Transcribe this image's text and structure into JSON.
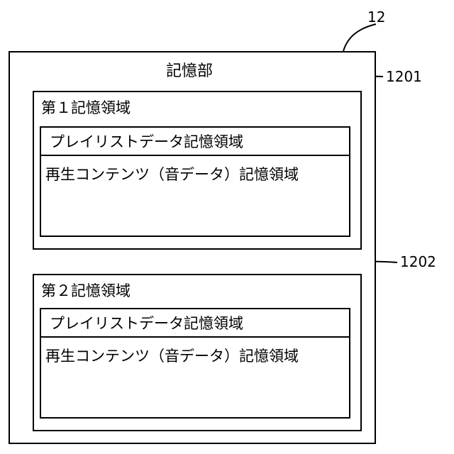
{
  "diagram": {
    "ref_label": "12",
    "title": "記憶部",
    "areas": [
      {
        "ref_label": "1201",
        "title": "第１記憶領域",
        "rows": [
          "プレイリストデータ記憶領域",
          "再生コンテンツ（音データ）記憶領域"
        ]
      },
      {
        "ref_label": "1202",
        "title": "第２記憶領域",
        "rows": [
          "プレイリストデータ記憶領域",
          "再生コンテンツ（音データ）記憶領域"
        ]
      }
    ]
  }
}
